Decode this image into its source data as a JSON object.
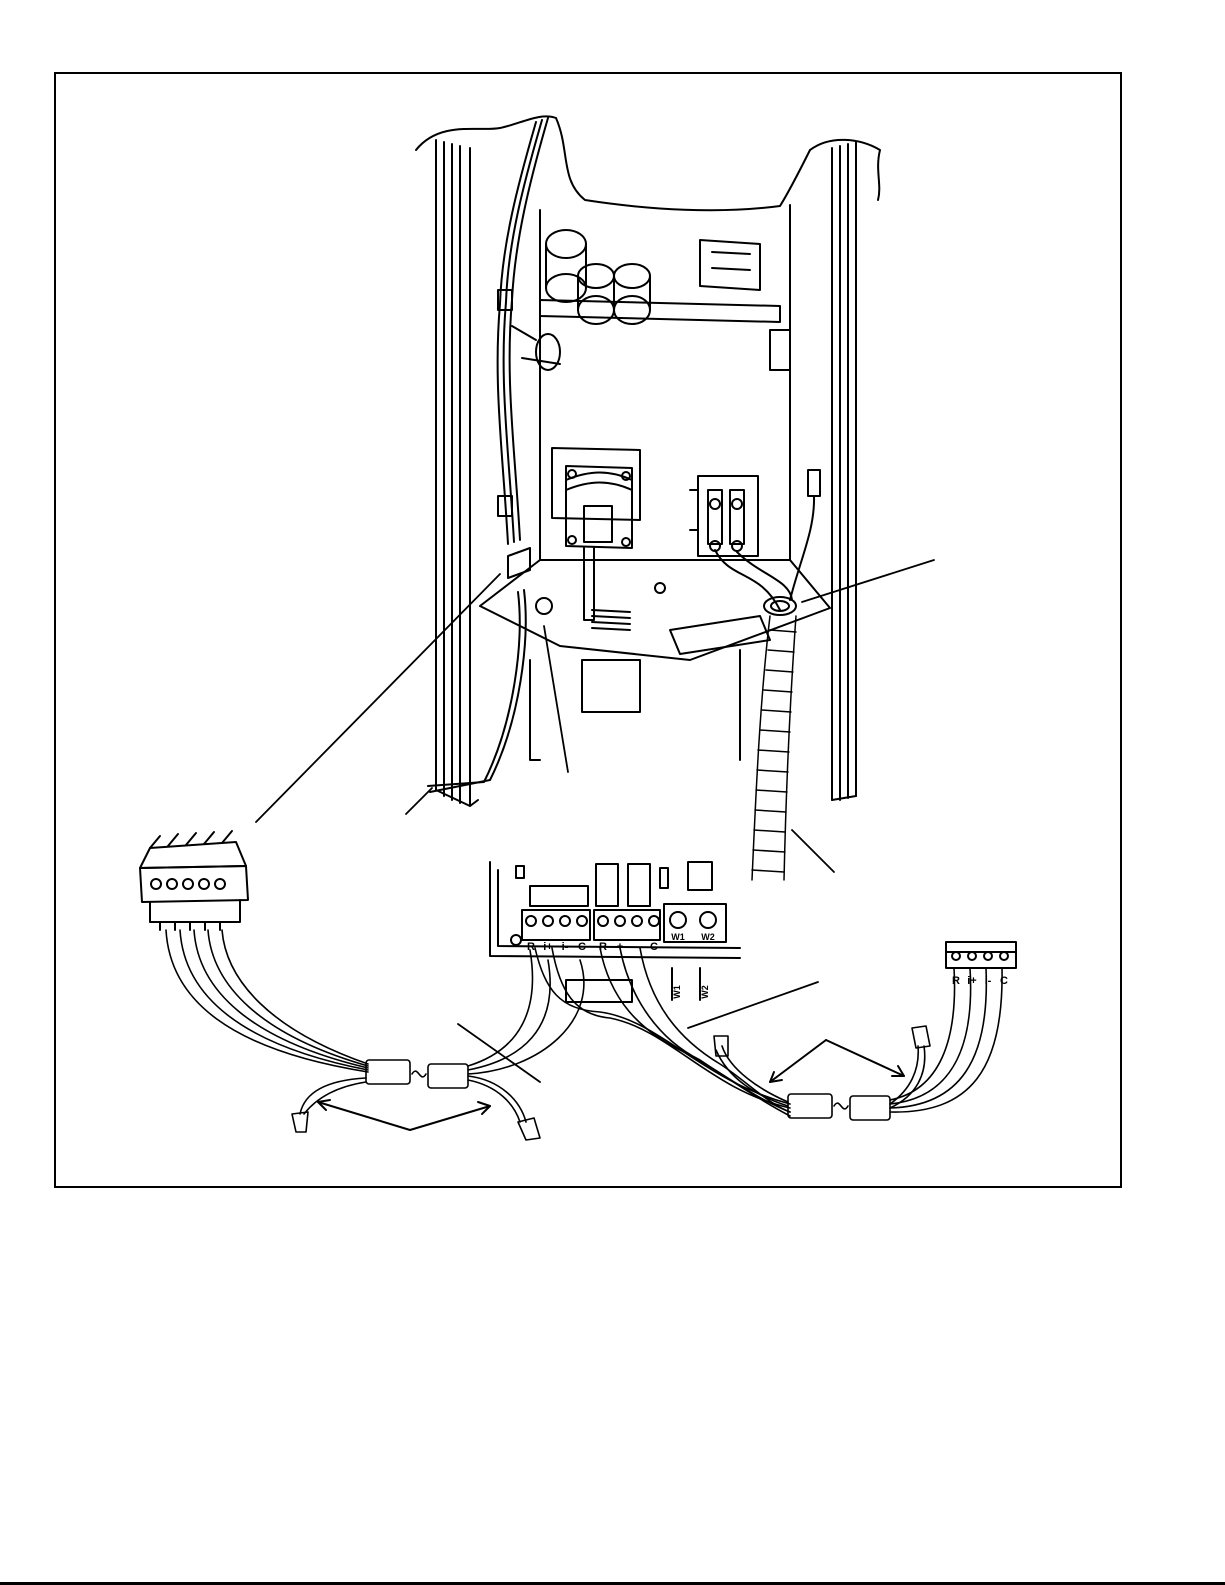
{
  "figure": {
    "colors": {
      "ink": "#000000",
      "paper": "#ffffff",
      "shade": "#d9d9d9"
    }
  },
  "board": {
    "terminal_group_1": [
      "R",
      "i+",
      "i-",
      "C"
    ],
    "terminal_group_2": [
      "R",
      "+",
      "-",
      "C"
    ],
    "heat_terminals": [
      "W1",
      "W2"
    ],
    "jumper_labels": [
      "W1",
      "W2"
    ]
  },
  "remote_block": {
    "terminals": [
      "R",
      "i+",
      "i-",
      "C"
    ]
  }
}
